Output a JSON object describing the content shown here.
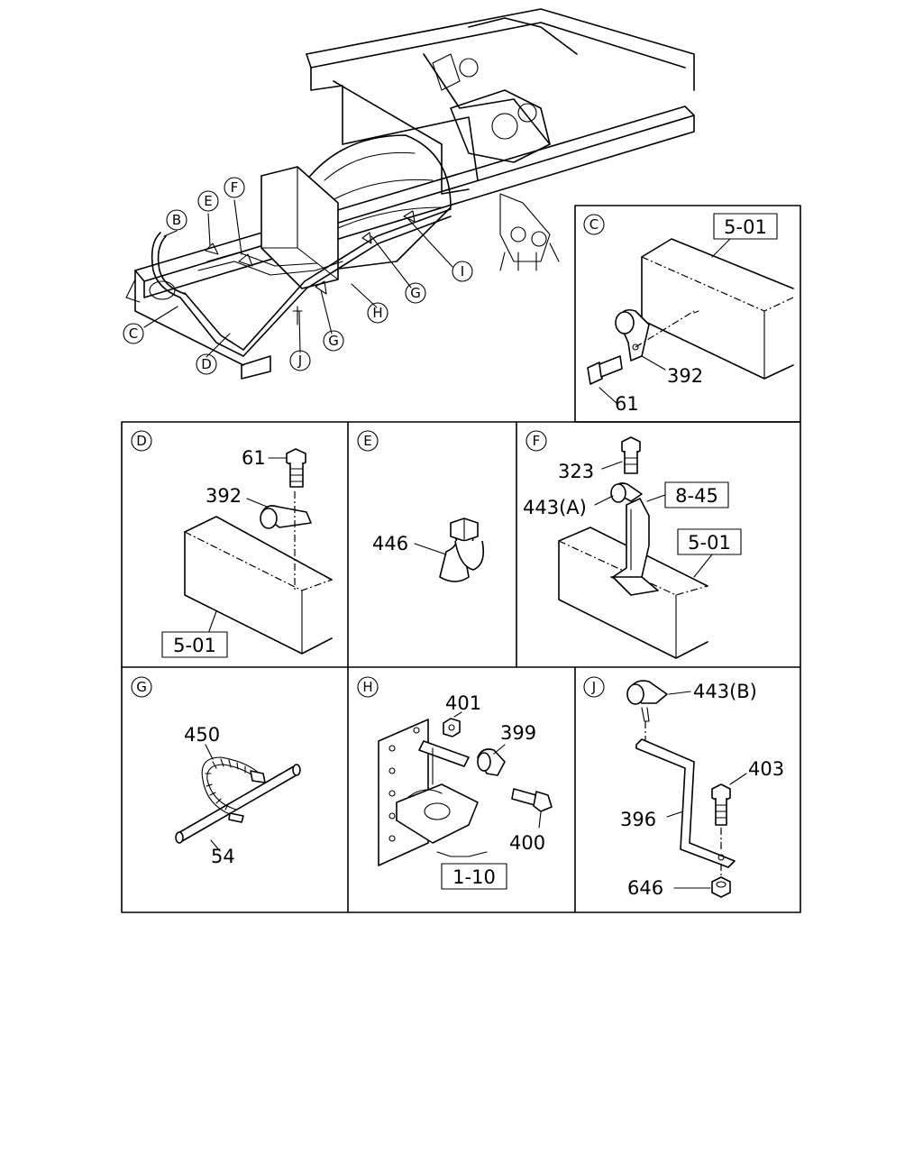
{
  "callouts": {
    "overview": [
      "B",
      "E",
      "F",
      "C",
      "D",
      "J",
      "G",
      "H",
      "G",
      "I"
    ]
  },
  "panels": {
    "C": {
      "letter": "C",
      "ref_box": "5-01",
      "parts": [
        "392",
        "61"
      ]
    },
    "D": {
      "letter": "D",
      "ref_box": "5-01",
      "parts": [
        "61",
        "392"
      ]
    },
    "E": {
      "letter": "E",
      "parts": [
        "446"
      ]
    },
    "F": {
      "letter": "F",
      "ref_boxes": [
        "8-45",
        "5-01"
      ],
      "parts": [
        "323",
        "443(A)"
      ]
    },
    "G": {
      "letter": "G",
      "parts": [
        "450",
        "54"
      ]
    },
    "H": {
      "letter": "H",
      "ref_box": "1-10",
      "parts": [
        "401",
        "399",
        "400"
      ]
    },
    "J": {
      "letter": "J",
      "parts": [
        "443(B)",
        "403",
        "396",
        "646"
      ]
    }
  }
}
